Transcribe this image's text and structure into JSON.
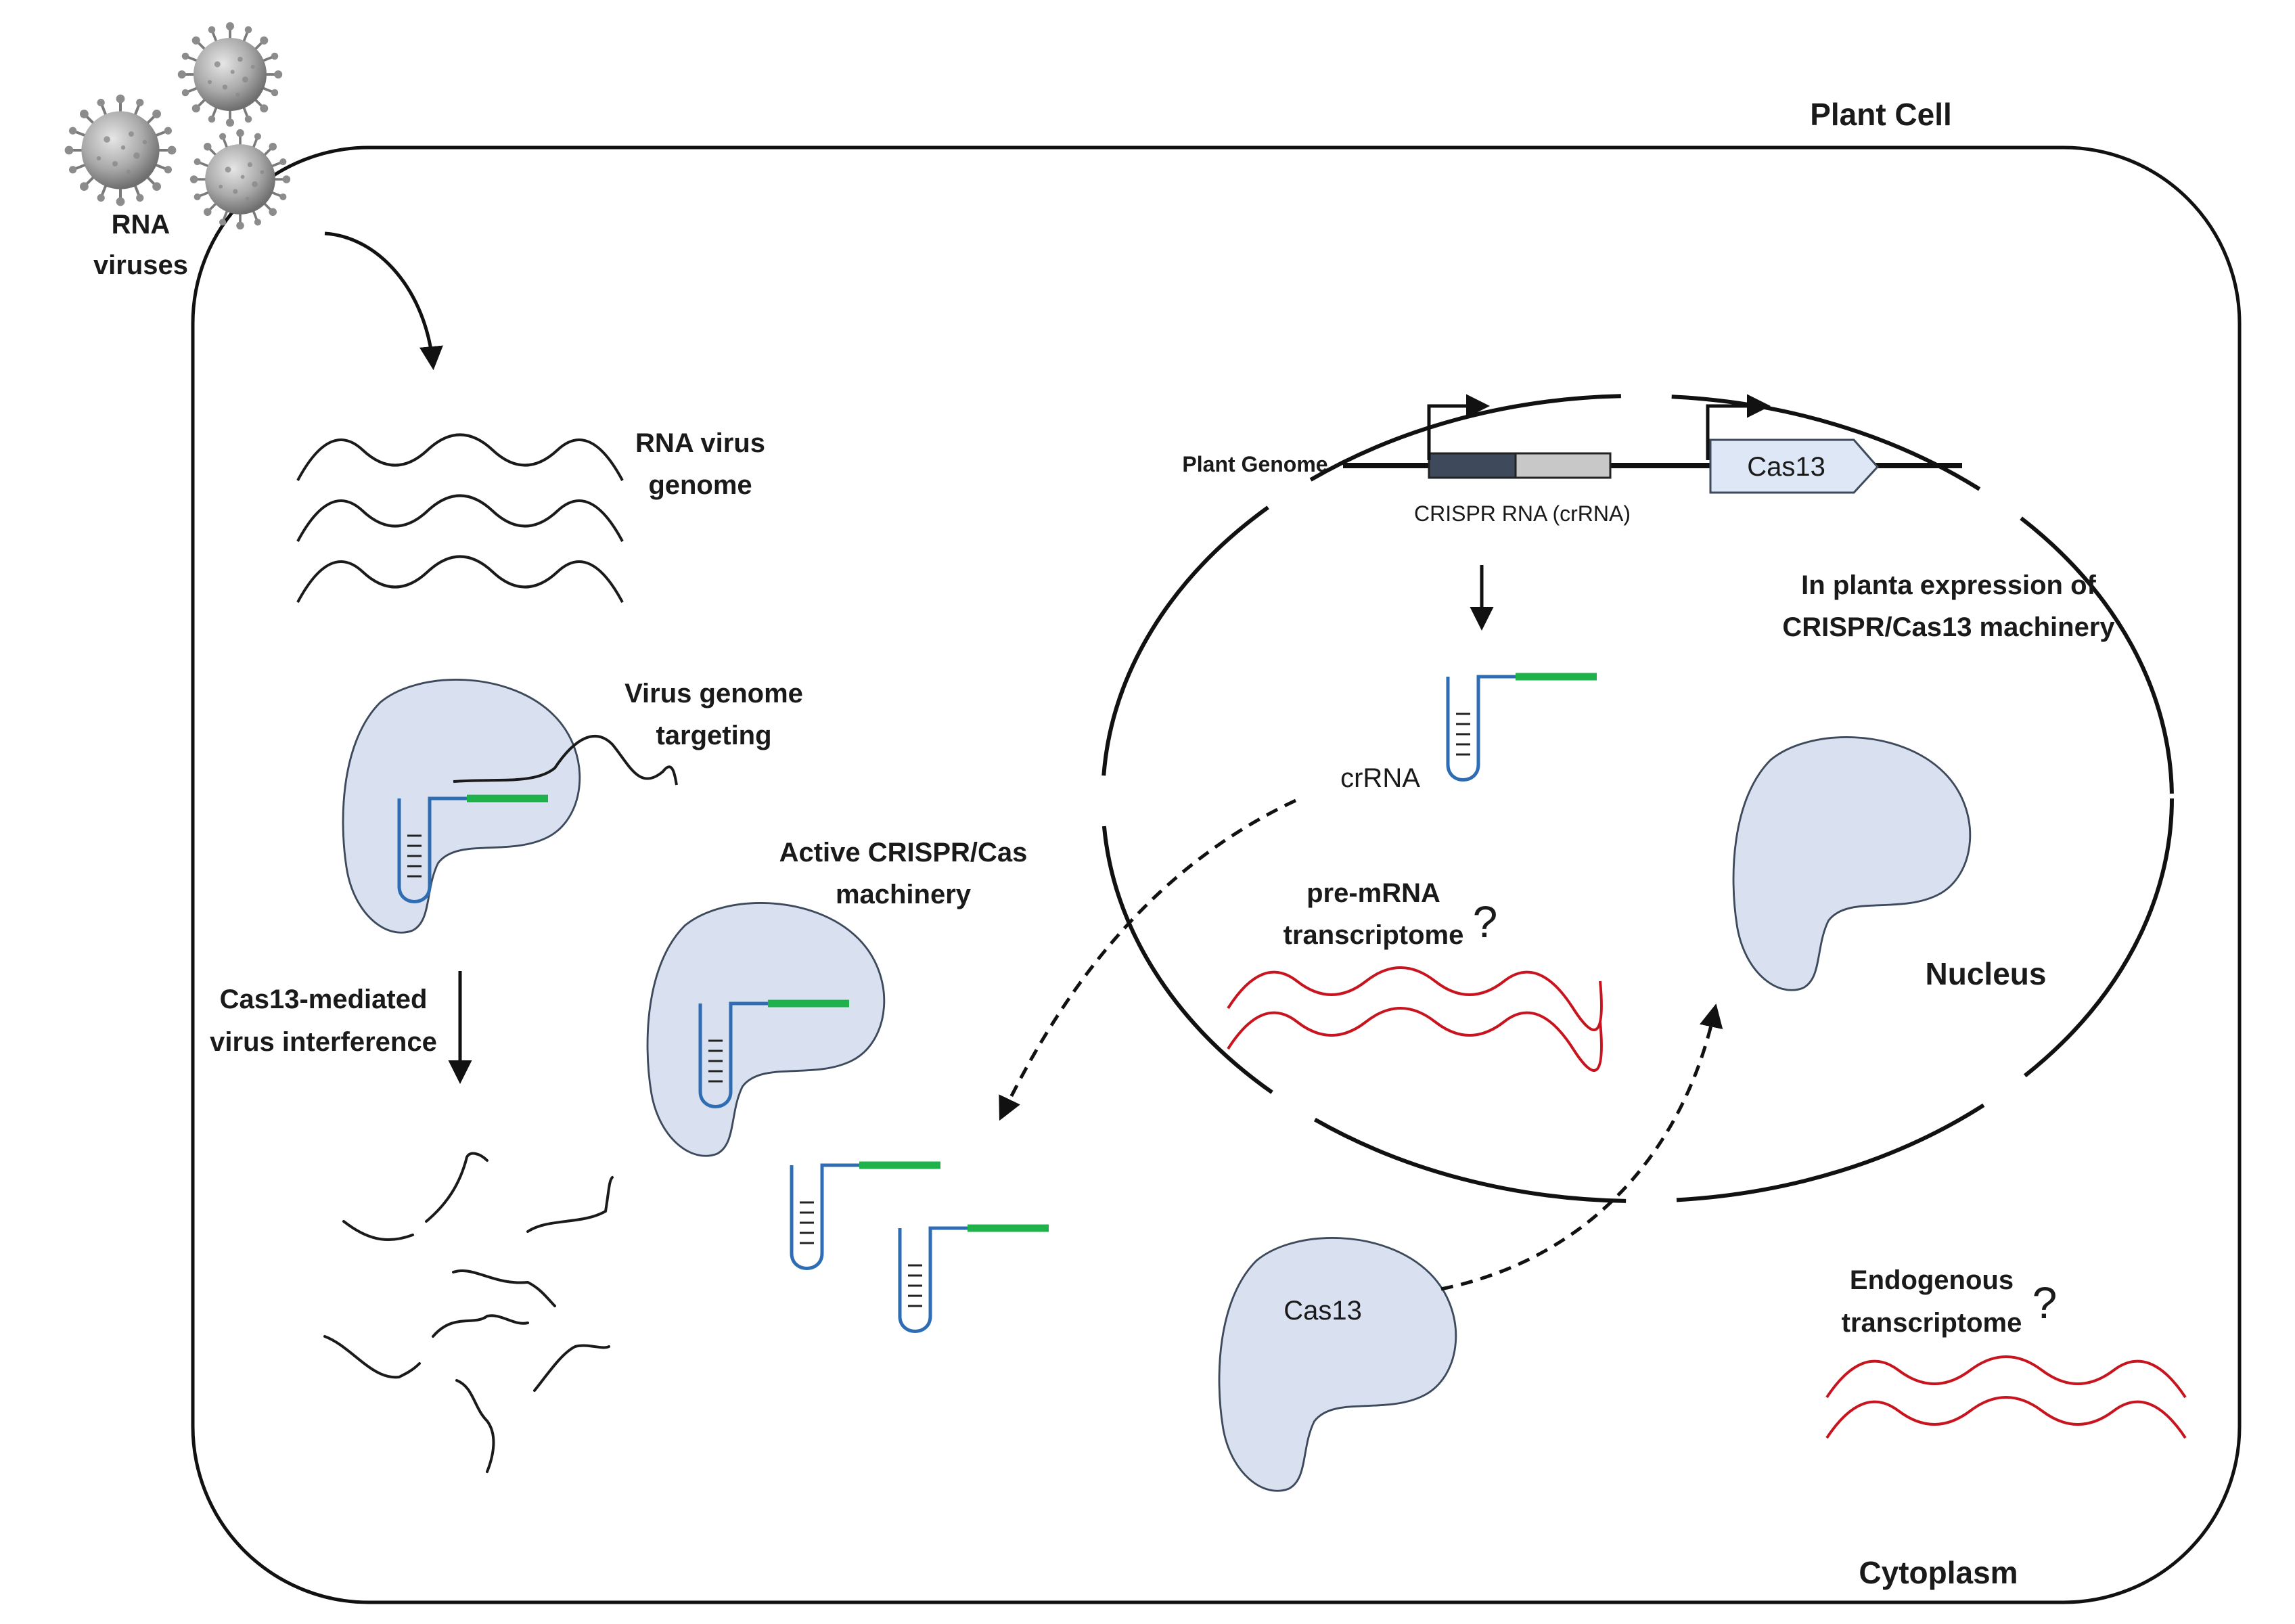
{
  "labels": {
    "plant_cell": "Plant Cell",
    "rna_viruses_line1": "RNA",
    "rna_viruses_line2": "viruses",
    "rna_virus_genome_line1": "RNA virus",
    "rna_virus_genome_line2": "genome",
    "virus_genome_targeting_line1": "Virus genome",
    "virus_genome_targeting_line2": "targeting",
    "cas13_interference_line1": "Cas13-mediated",
    "cas13_interference_line2": "virus interference",
    "active_machinery_line1": "Active CRISPR/Cas",
    "active_machinery_line2": "machinery",
    "plant_genome": "Plant Genome",
    "crispr_rna": "CRISPR RNA (crRNA)",
    "cas13_gene": "Cas13",
    "in_planta_line1": "In planta expression of",
    "in_planta_line2": "CRISPR/Cas13 machinery",
    "crrna": "crRNA",
    "pre_mrna_line1": "pre-mRNA",
    "pre_mrna_line2": "transcriptome",
    "question_mark": "?",
    "nucleus": "Nucleus",
    "cas13_protein": "Cas13",
    "endogenous_line1": "Endogenous",
    "endogenous_line2": "transcriptome",
    "cytoplasm": "Cytoplasm"
  },
  "colors": {
    "protein_fill": "#d9e1f0",
    "protein_stroke": "#3d4a5c",
    "crrna_stem": "#2e6db4",
    "spacer": "#1fb24a",
    "viral_rna": "#1a1a1a",
    "host_rna": "#c8141e",
    "promoter_block_dark": "#3e4a5c",
    "promoter_block_light": "#c8c8c8",
    "cas13_gene_fill": "#dde7f5"
  },
  "icons": [
    "virus-particle-icon",
    "protein-blob-icon",
    "crrna-hairpin-icon",
    "gene-arrow-icon",
    "promoter-arrow-icon"
  ]
}
